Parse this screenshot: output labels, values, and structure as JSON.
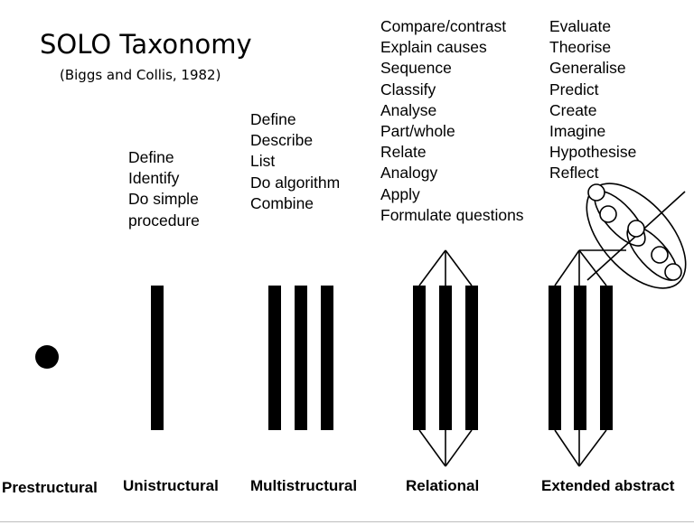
{
  "title": "SOLO Taxonomy",
  "subtitle": "(Biggs and Collis, 1982)",
  "levels": [
    {
      "label": "Prestructural",
      "verbs": []
    },
    {
      "label": "Unistructural",
      "verbs": [
        "Define",
        "Identify",
        "Do simple",
        "procedure"
      ]
    },
    {
      "label": "Multistructural",
      "verbs": [
        "Define",
        "Describe",
        "List",
        "Do algorithm",
        "Combine"
      ]
    },
    {
      "label": "Relational",
      "verbs": [
        "Compare/contrast",
        "Explain causes",
        "Sequence",
        "Classify",
        "Analyse",
        "Part/whole",
        "Relate",
        "Analogy",
        "Apply",
        "Formulate questions"
      ]
    },
    {
      "label": "Extended abstract",
      "verbs": [
        "Evaluate",
        "Theorise",
        "Generalise",
        "Predict",
        "Create",
        "Imagine",
        "Hypothesise",
        "Reflect"
      ]
    }
  ],
  "colors": {
    "ink": "#000000",
    "background": "#ffffff"
  }
}
